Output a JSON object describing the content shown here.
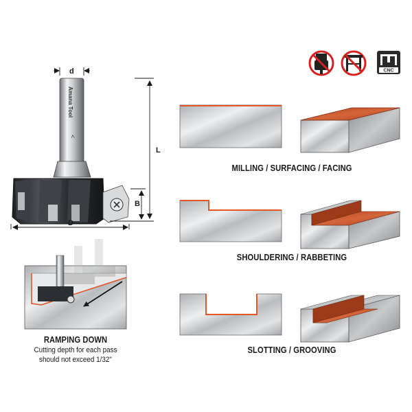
{
  "dimensions": {
    "d": "d",
    "L": "L",
    "B": "B",
    "D": "D"
  },
  "tool": {
    "shank_text": "Amana Tool",
    "direction_mark": "<"
  },
  "ramping": {
    "title": "RAMPING DOWN",
    "note_line1": "Cutting depth for each pass",
    "note_line2": "should not exceed 1/32\""
  },
  "operations": [
    {
      "label": "MILLING / SURFACING / FACING"
    },
    {
      "label": "SHOULDERING / RABBETING"
    },
    {
      "label": "SLOTTING / GROOVING"
    }
  ],
  "icons": [
    {
      "name": "no-hand-router-icon",
      "prohibited": true
    },
    {
      "name": "no-router-table-icon",
      "prohibited": true
    },
    {
      "name": "cnc-machine-icon",
      "text": "CNC"
    }
  ],
  "colors": {
    "cut_face": "#c8542c",
    "edge_orange": "#e0582a",
    "prohibited_red": "#d82020",
    "steel": "#c4c6c8",
    "tool_dark": "#2b2e33"
  }
}
